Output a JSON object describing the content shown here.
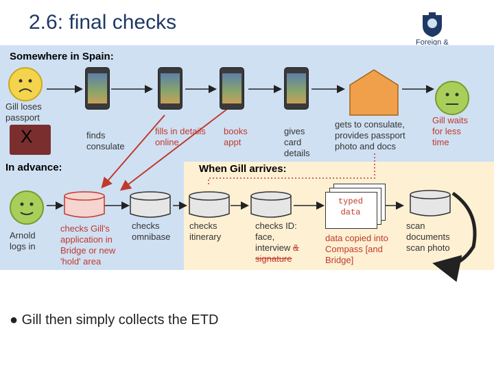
{
  "slide": {
    "title": "2.6: final checks",
    "org_name": "Foreign & Commonwealth Office",
    "section_spain": "Somewhere in Spain:",
    "section_advance": "In advance:",
    "section_arrives": "When Gill arrives:",
    "bullet": "Gill then simply collects the ETD"
  },
  "nodes": {
    "gill_loses": "Gill loses passport",
    "passport_mark": "X",
    "finds_consulate": "finds consulate",
    "fills_in_details": "fills in details online",
    "books_appt": "books appt",
    "gives_card": "gives card details",
    "gets_to_consulate": "gets to consulate, provides passport photo and docs",
    "gill_waits": "Gill waits for less time",
    "arnold": "Arnold logs in",
    "checks_application": "checks Gill's application in Bridge or new 'hold' area",
    "checks_omnibase": "checks omnibase",
    "checks_itinerary": "checks itinerary",
    "checks_id_a": "checks ID: face, interview",
    "checks_id_b": "& signature",
    "typed_data": "typed data",
    "data_copied": "data copied into Compass [and Bridge]",
    "scan": "scan documents scan photo"
  },
  "colors": {
    "title": "#1f3864",
    "band_blue": "#cfe0f3",
    "band_cream": "#fdf0d3",
    "accent_red": "#c0392b",
    "consulate_orange": "#f0a04b"
  }
}
